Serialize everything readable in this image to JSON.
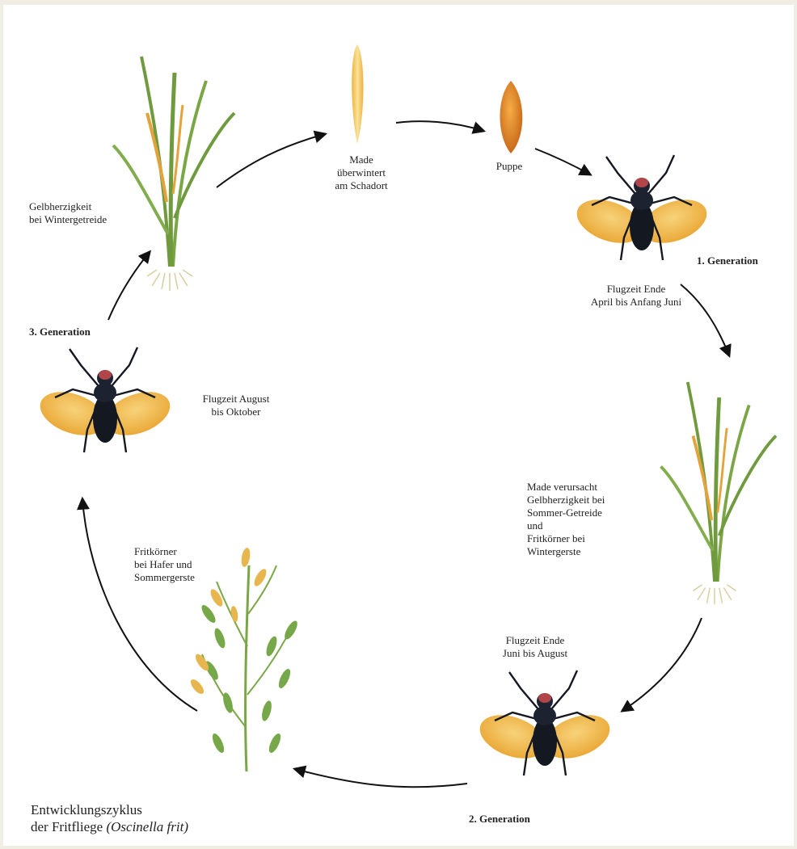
{
  "stages": {
    "larva_winter": "Made\nüberwintert\nam Schadort",
    "pupa": "Puppe",
    "gen1_title": "1. Generation",
    "gen1_flight": "Flugzeit Ende\nApril bis Anfang Juni",
    "summer_damage": "Made verursacht\nGelbherzigkeit bei\nSommer-Getreide\nund\nFritkörner bei\nWintergerste",
    "gen2_flight": "Flugzeit Ende\nJuni bis August",
    "gen2_title": "2. Generation",
    "oat_damage": "Fritkörner\nbei Hafer und\nSommergerste",
    "gen3_title": "3. Generation",
    "gen3_flight": "Flugzeit August\nbis Oktober",
    "winter_damage": "Gelbherzigkeit\nbei Wintergetreide"
  },
  "caption": {
    "line1": "Entwicklungszyklus",
    "line2_prefix": "der Fritfliege",
    "line2_species": "(Oscinella frit)"
  },
  "colors": {
    "background": "#efede4",
    "panel": "#ffffff",
    "arrow": "#111111",
    "leaf_green": "#6f9a3e",
    "leaf_yellow": "#e3a33a",
    "fly_body": "#141820",
    "fly_wing": "#f0b84a",
    "fly_eye": "#b0464a",
    "larva": "#f2c455",
    "pupa": "#e08a24"
  }
}
